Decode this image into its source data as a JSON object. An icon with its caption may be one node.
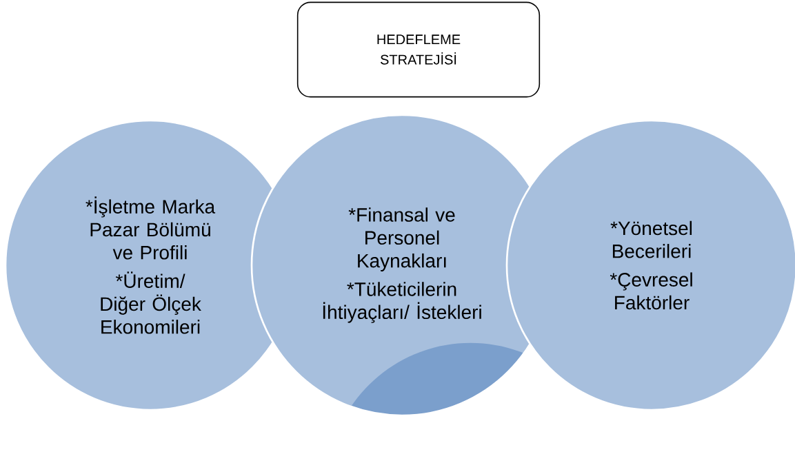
{
  "diagram": {
    "nodes": [
      {
        "text": [
          "HEDEFLEME STRATEJİSİ"
        ]
      },
      {
        "text": [
          "*İşletme Marka Pazar Bölümü ve Profili",
          "*Üretim/ Diğer Ölçek Ekonomileri"
        ]
      },
      {
        "text": [
          "*Finansal ve Personel Kaynakları",
          "*Tüketicilerin İhtiyaçları/ İstekleri"
        ]
      },
      {
        "text": [
          "*Yönetsel Becerileri",
          "*Çevresel Faktörler"
        ]
      }
    ]
  }
}
